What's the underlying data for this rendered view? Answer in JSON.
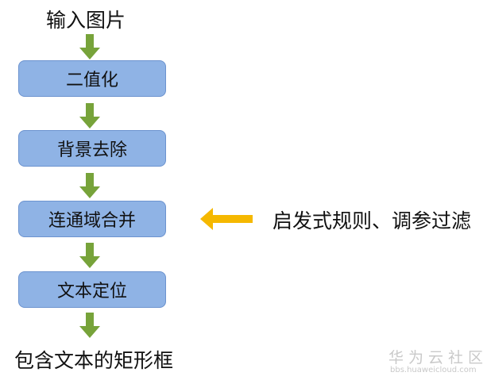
{
  "diagram": {
    "start_label": "输入图片",
    "steps": [
      {
        "label": "二值化"
      },
      {
        "label": "背景去除"
      },
      {
        "label": "连通域合并"
      },
      {
        "label": "文本定位"
      }
    ],
    "end_label": "包含文本的矩形框",
    "side_note": {
      "label": "启发式规则、调参过滤",
      "points_to_step": "连通域合并"
    },
    "colors": {
      "step_fill": "#8FB3E5",
      "flow_arrow": "#77A33A",
      "side_arrow": "#F5B800"
    }
  },
  "watermark": {
    "title": "华为云社区",
    "url": "bbs.huaweicloud.com"
  }
}
